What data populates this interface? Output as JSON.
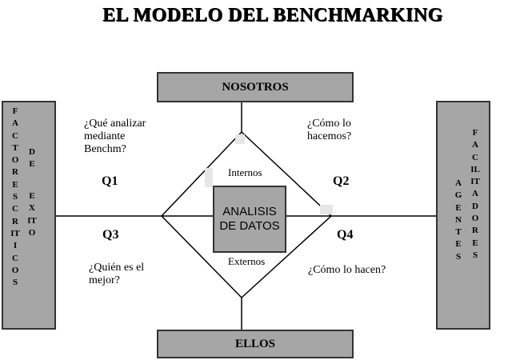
{
  "title": "EL MODELO DEL BENCHMARKING",
  "top_box": "NOSOTROS",
  "bottom_box": "ELLOS",
  "left_box": {
    "col1": "FACTORES CRITICOS",
    "col2": "DE",
    "col3": "EXITO"
  },
  "right_box": {
    "col1": "AGENTES",
    "col2": "FACILITADORES"
  },
  "center": {
    "line1": "ANALISIS",
    "line2": "DE DATOS"
  },
  "internos": "Internos",
  "externos": "Externos",
  "quadrants": {
    "q1": {
      "label": "Q1",
      "line1": "¿Qué analizar",
      "line2": "mediante",
      "line3": "Benchm?"
    },
    "q2": {
      "label": "Q2",
      "line1": "¿Cómo lo",
      "line2": "hacemos?"
    },
    "q3": {
      "label": "Q3",
      "line1": "¿Quién es el",
      "line2": "mejor?"
    },
    "q4": {
      "label": "Q4",
      "line1": "¿Cómo lo hacen?"
    }
  }
}
